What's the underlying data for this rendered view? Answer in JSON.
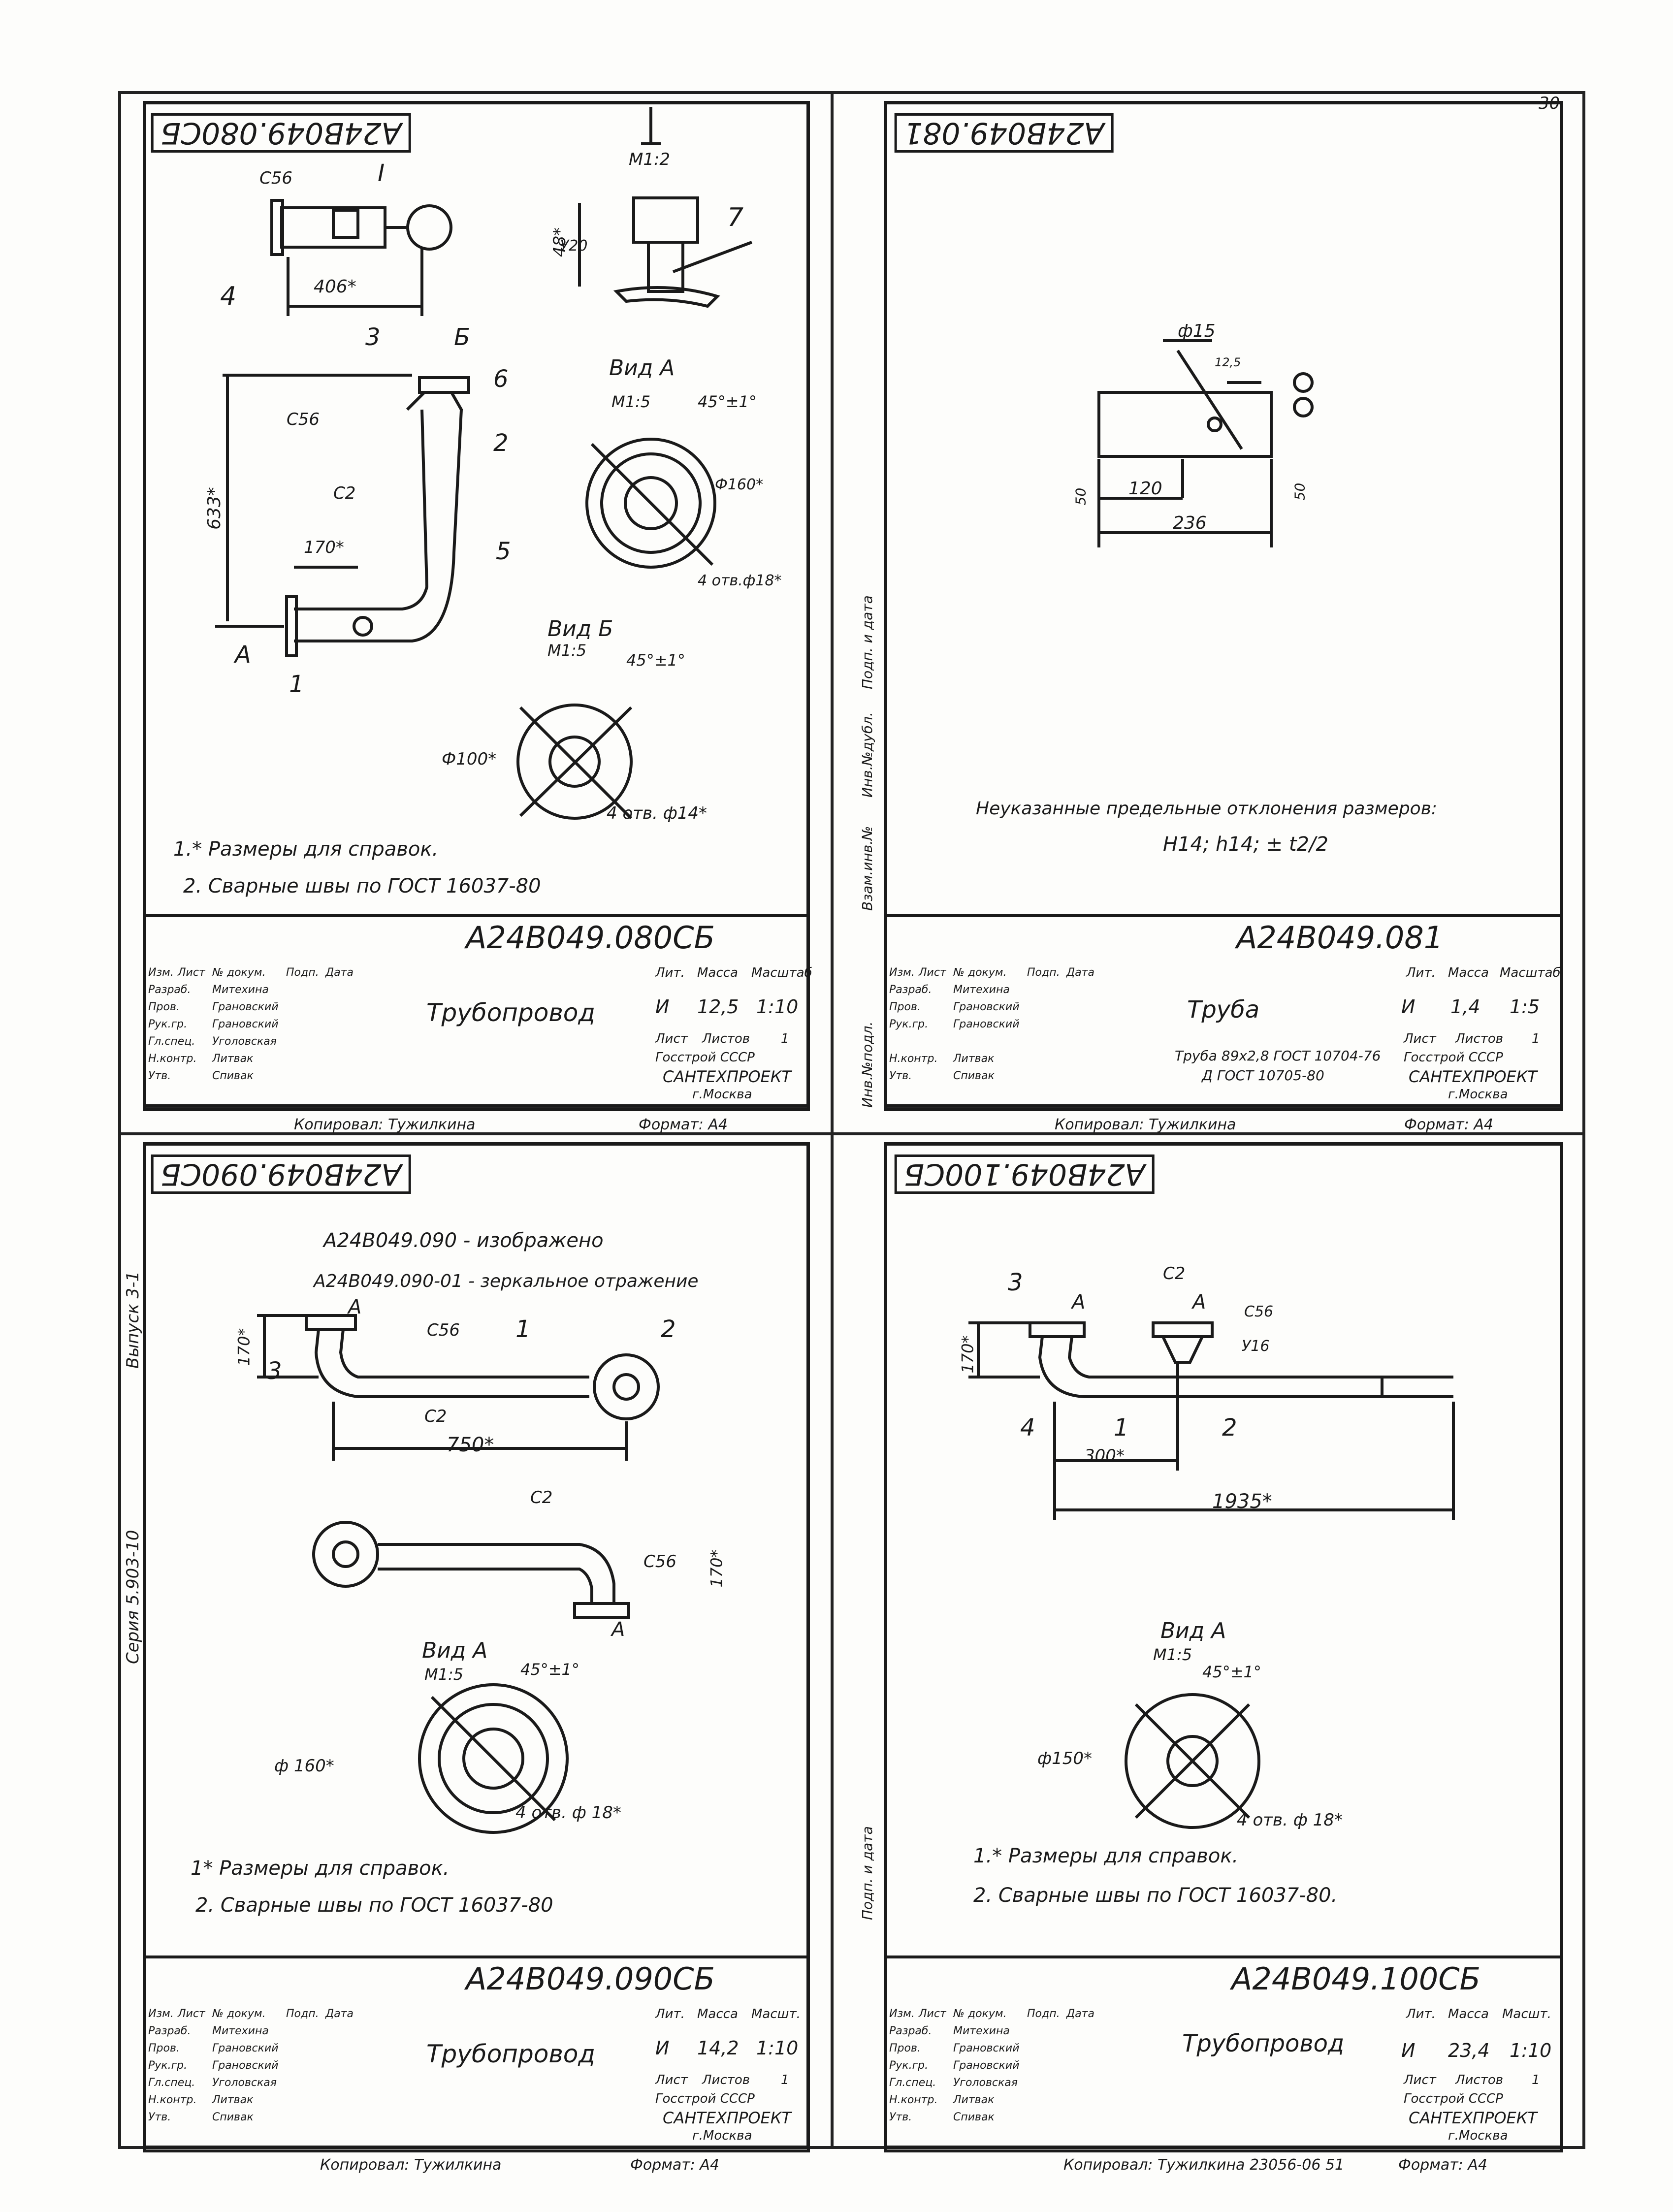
{
  "page": {
    "page_no": "30",
    "series": "Серия 5.903-10",
    "issue": "Выпуск 3-1"
  },
  "side_labels": [
    "Инв.№подл.",
    "Подп. и дата",
    "Взам.инв.№",
    "Инв.№дубл.",
    "Подп. и дата"
  ],
  "sheets": [
    {
      "code_mirror": "А24В049.080СБ",
      "code": "А24В049.080СБ",
      "name": "Трубопровод",
      "lit": "И",
      "mass": "12,5",
      "scale": "1:10",
      "sheets_label": "Лист",
      "sheets_total_label": "Листов",
      "sheets_total": "1",
      "org1": "Госстрой   СССР",
      "org2": "САНТЕХПРОЕКТ",
      "org3": "г.Москва",
      "copied": "Копировал: Тужилкина",
      "format": "Формат: А4",
      "roles": [
        "Изм.",
        "Лист",
        "№ докум.",
        "Подп.",
        "Дата",
        "Разраб.",
        "Пров.",
        "Рук.гр.",
        "Гл.спец.",
        "Н.контр.",
        "Утв."
      ],
      "names": [
        "Митехина",
        "Грановский",
        "Грановский",
        "Уголовская",
        "Литвак",
        "Спивак"
      ],
      "head": [
        "Лит.",
        "Масса",
        "Масштаб"
      ],
      "labels": {
        "section": "I",
        "section_scale": "М1:2",
        "c56": "С56",
        "c2": "С2",
        "n1": "1",
        "n2": "2",
        "n3": "3",
        "n4": "4",
        "n5": "5",
        "n6": "6",
        "n7": "7",
        "d406": "406*",
        "d170": "170*",
        "d633": "633*",
        "d48": "48*",
        "y20": "У20",
        "viewA": "Вид А",
        "viewA_scale": "М1:5",
        "viewA_angle": "45°±1°",
        "viewA_dia": "Ф160*",
        "viewA_holes": "4 отв.ф18*",
        "viewB": "Вид Б",
        "viewB_scale": "М1:5",
        "viewB_angle": "45°±1°",
        "viewB_dia": "Ф100*",
        "viewB_holes": "4 отв. ф14*",
        "A": "А",
        "B": "Б"
      },
      "notes": [
        "1.* Размеры для справок.",
        "2. Сварные   швы по ГОСТ 16037-80"
      ]
    },
    {
      "code_mirror": "А24В049.081",
      "code": "А24В049.081",
      "name": "Труба",
      "material1": "Труба 89х2,8 ГОСТ 10704-76",
      "material2": "Д ГОСТ 10705-80",
      "lit": "И",
      "mass": "1,4",
      "scale": "1:5",
      "sheets_label": "Лист",
      "sheets_total_label": "Листов",
      "sheets_total": "1",
      "org1": "Госстрой   СССР",
      "org2": "САНТЕХПРОЕКТ",
      "org3": "г.Москва",
      "copied": "Копировал: Тужилкина",
      "format": "Формат: А4",
      "roles": [
        "Изм.",
        "Лист",
        "№ докум.",
        "Подп.",
        "Дата",
        "Разраб.",
        "Пров.",
        "Рук.гр.",
        "",
        "Н.контр.",
        "Утв."
      ],
      "names": [
        "Митехина",
        "Грановский",
        "Грановский",
        "",
        "Литвак",
        "Спивак"
      ],
      "head": [
        "Лит.",
        "Масса",
        "Масштаб"
      ],
      "labels": {
        "d15": "ф15",
        "r125": "12,5",
        "d120": "120",
        "d236": "236",
        "d50a": "50",
        "d50b": "50"
      },
      "notes": [
        "Неуказанные предельные отклонения размеров:",
        "Н14; h14; ± t2/2"
      ]
    },
    {
      "code_mirror": "А24В049.090СБ",
      "code": "А24В049.090СБ",
      "name": "Трубопровод",
      "title1": "А24В049.090 - изображено",
      "title2": "А24В049.090-01 - зеркальное отражение",
      "lit": "И",
      "mass": "14,2",
      "scale": "1:10",
      "sheets_label": "Лист",
      "sheets_total_label": "Листов",
      "sheets_total": "1",
      "org1": "Госстрой   СССР",
      "org2": "САНТЕХПРОЕКТ",
      "org3": "г.Москва",
      "copied": "Копировал: Тужилкина",
      "format": "Формат: А4",
      "roles": [
        "Изм.",
        "Лист",
        "№ докум.",
        "Подп.",
        "Дата",
        "Разраб.",
        "Пров.",
        "Рук.гр.",
        "Гл.спец.",
        "Н.контр.",
        "Утв."
      ],
      "names": [
        "Митехина",
        "Грановский",
        "Грановский",
        "Уголовская",
        "Литвак",
        "Спивак"
      ],
      "head": [
        "Лит.",
        "Масса",
        "Масшт."
      ],
      "labels": {
        "A": "А",
        "c56": "С56",
        "c2": "С2",
        "n1": "1",
        "n2": "2",
        "n3": "3",
        "d170": "170*",
        "d750": "750*",
        "viewA": "Вид А",
        "viewA_scale": "М1:5",
        "viewA_angle": "45°±1°",
        "viewA_dia": "ф 160*",
        "viewA_holes": "4 отв. ф 18*"
      },
      "notes": [
        "1* Размеры для справок.",
        "2. Сварные   швы по ГОСТ 16037-80"
      ]
    },
    {
      "code_mirror": "А24В049.100СБ",
      "code": "А24В049.100СБ",
      "name": "Трубопровод",
      "lit": "И",
      "mass": "23,4",
      "scale": "1:10",
      "sheets_label": "Лист",
      "sheets_total_label": "Листов",
      "sheets_total": "1",
      "org1": "Госстрой   СССР",
      "org2": "САНТЕХПРОЕКТ",
      "org3": "г.Москва",
      "copied": "Копировал: Тужилкина 23056-06   51",
      "format": "Формат: А4",
      "roles": [
        "Изм.",
        "Лист",
        "№ докум.",
        "Подп.",
        "Дата",
        "Разраб.",
        "Пров.",
        "Рук.гр.",
        "Гл.спец.",
        "Н.контр.",
        "Утв."
      ],
      "names": [
        "Митехина",
        "Грановский",
        "Грановский",
        "Уголовская",
        "Литвак",
        "Спивак"
      ],
      "head": [
        "Лит.",
        "Масса",
        "Масшт."
      ],
      "labels": {
        "A": "А",
        "c2": "С2",
        "c56": "С56",
        "y16": "У16",
        "n1": "1",
        "n2": "2",
        "n3": "3",
        "n4": "4",
        "d170": "170*",
        "d300": "300*",
        "d1935": "1935*",
        "viewA": "Вид А",
        "viewA_scale": "М1:5",
        "viewA_angle": "45°±1°",
        "viewA_dia": "ф150*",
        "viewA_holes": "4 отв. ф 18*"
      },
      "notes": [
        "1.* Размеры для справок.",
        "2. Сварные   швы   по ГОСТ 16037-80."
      ]
    }
  ]
}
